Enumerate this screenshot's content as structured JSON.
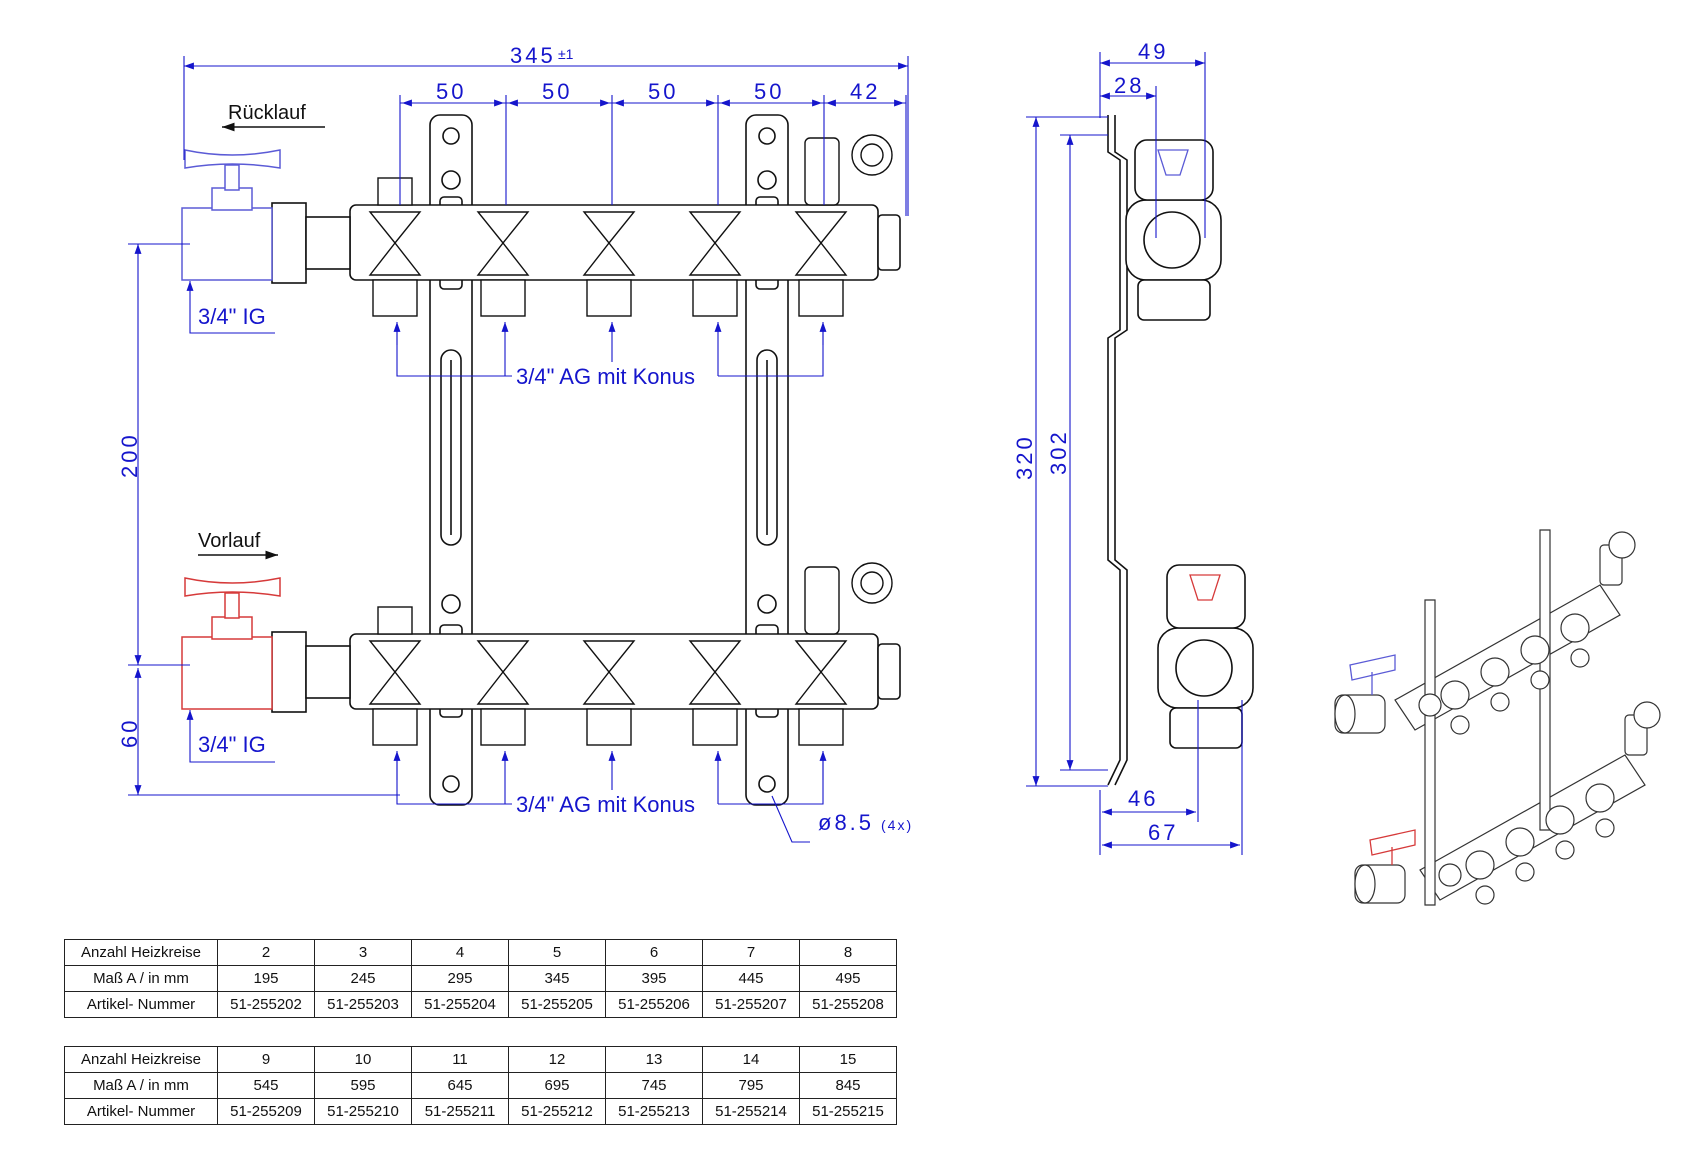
{
  "front_view": {
    "total_width": "345",
    "total_width_tol": "±1",
    "spacing": [
      "50",
      "50",
      "50",
      "50",
      "42"
    ],
    "return_label": "Rücklauf",
    "flow_label": "Vorlauf",
    "inlet_thread": "3/4\" IG",
    "outlet_thread": "3/4\" AG mit Konus",
    "bar_distance": "200",
    "bottom_offset": "60",
    "hole_diameter": "ø8.5",
    "hole_count": "(4x)"
  },
  "side_view": {
    "width_outer": "49",
    "width_inner": "28",
    "height_total": "320",
    "height_bracket": "302",
    "depth_small": "46",
    "depth_total": "67"
  },
  "colors": {
    "dimension": "#1515cc",
    "return_handle": "#5b5bd6",
    "flow_handle": "#d63a3a"
  },
  "tables": [
    {
      "rows": [
        {
          "label": "Anzahl Heizkreise",
          "values": [
            "2",
            "3",
            "4",
            "5",
            "6",
            "7",
            "8"
          ]
        },
        {
          "label": "Maß A / in mm",
          "values": [
            "195",
            "245",
            "295",
            "345",
            "395",
            "445",
            "495"
          ]
        },
        {
          "label": "Artikel- Nummer",
          "values": [
            "51-255202",
            "51-255203",
            "51-255204",
            "51-255205",
            "51-255206",
            "51-255207",
            "51-255208"
          ]
        }
      ]
    },
    {
      "rows": [
        {
          "label": "Anzahl Heizkreise",
          "values": [
            "9",
            "10",
            "11",
            "12",
            "13",
            "14",
            "15"
          ]
        },
        {
          "label": "Maß A / in mm",
          "values": [
            "545",
            "595",
            "645",
            "695",
            "745",
            "795",
            "845"
          ]
        },
        {
          "label": "Artikel- Nummer",
          "values": [
            "51-255209",
            "51-255210",
            "51-255211",
            "51-255212",
            "51-255213",
            "51-255214",
            "51-255215"
          ]
        }
      ]
    }
  ]
}
